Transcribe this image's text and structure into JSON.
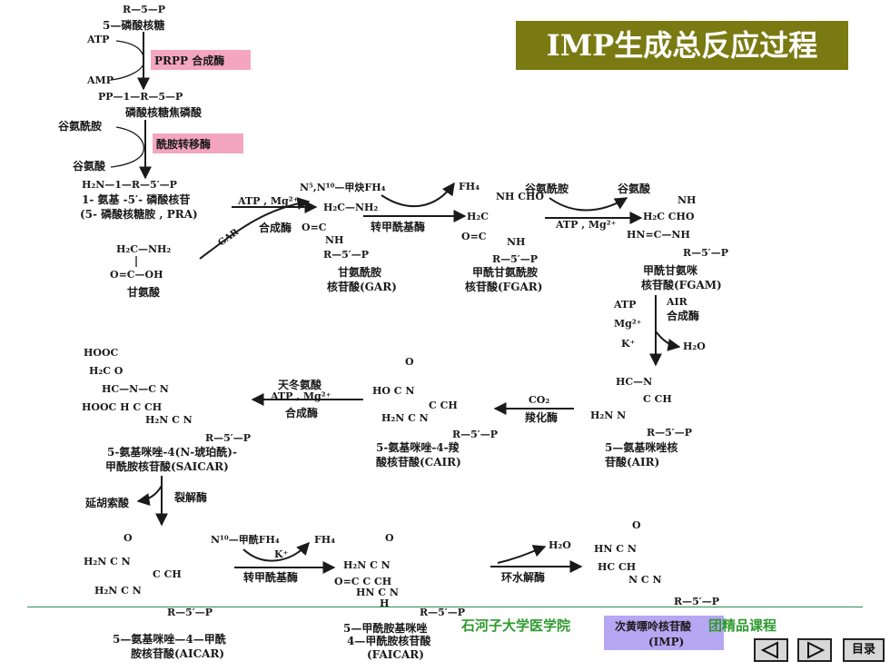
{
  "title": "IMP生成总反应过程",
  "footer": {
    "school": "石河子大学医学院",
    "course": "团精品课程"
  },
  "nav": {
    "menu_label": "目录"
  },
  "colors": {
    "title_bg": "#7a7a12",
    "enzyme_pink": "#f4a6c0",
    "imp_box": "#b7a6f2",
    "footer_green": "#2e9a2e"
  },
  "pathway": {
    "r5p": "R—5—P",
    "r5p_name": "5—磷酸核糖",
    "atp": "ATP",
    "amp": "AMP",
    "prpp_enzyme": "PRPP 合成酶",
    "prpp": "PP—1—R—5—P",
    "prpp_name": "磷酸核糖焦磷酸",
    "gln": "谷氨酰胺",
    "amidotransferase": "酰胺转移酶",
    "glu": "谷氨酸",
    "pra": "H₂N—1—R—5′—P",
    "pra_name1": "1- 氨基 -5′- 磷酸核苷",
    "pra_name2": "(5- 磷酸核糖胺 , PRA)",
    "gly_a": "H₂C—NH₂",
    "gly_b": "O=C—OH",
    "gly_name": "甘氨酸",
    "gar_label": "GAR",
    "gar_cond": "ATP , Mg²⁺",
    "gar_enzyme": "合成酶",
    "gar_a": "H₂C—NH₂",
    "gar_b": "O=C",
    "gar_c": "NH",
    "gar_d": "R—5′—P",
    "gar_name1": "甘氨酰胺",
    "gar_name2": "核苷酸(GAR)",
    "fthf": "N⁵,N¹⁰—甲炔FH₄",
    "fh4": "FH₄",
    "formyltrans": "转甲酰基酶",
    "fgar_a": "NH   CHO",
    "fgar_b": "H₂C",
    "fgar_c": "O=C",
    "fgar_d": "NH",
    "fgar_e": "R—5′—P",
    "fgar_name1": "甲酰甘氨酰胺",
    "fgar_name2": "核苷酸(FGAR)",
    "gln2": "谷氨酰胺",
    "glu2": "谷氨酸",
    "fgam_cond": "ATP , Mg²⁺",
    "fgam_a": "NH",
    "fgam_b": "H₂C      CHO",
    "fgam_c": "HN=C—NH",
    "fgam_d": "R—5′—P",
    "fgam_name1": "甲酰甘氨咪",
    "fgam_name2": "核苷酸(FGAM)",
    "air_atp": "ATP",
    "air_mg": "Mg²⁺",
    "air_k": "K⁺",
    "air_enzyme1": "AIR",
    "air_enzyme2": "合成酶",
    "h2o": "H₂O",
    "air_a": "HC—N",
    "air_b": "C   CH",
    "air_c": "H₂N   N",
    "air_d": "R—5′—P",
    "air_name1": "5—氨基咪唑核",
    "air_name2": "苷酸(AIR)",
    "co2": "CO₂",
    "carboxylase": "羧化酶",
    "cair_a": "O",
    "cair_b": "HO  C   N",
    "cair_c": "C   CH",
    "cair_d": "H₂N  C   N",
    "cair_e": "R—5′—P",
    "cair_name1": "5-氨基咪唑-4-羧",
    "cair_name2": "酸核苷酸(CAIR)",
    "asp": "天冬氨酸",
    "saicar_cond": "ATP , Mg²⁺",
    "saicar_enzyme": "合成酶",
    "saicar_a": "HOOC",
    "saicar_b": "H₂C    O",
    "saicar_c": "HC—N—C   N",
    "saicar_d": "HOOC  H   C   CH",
    "saicar_e": "H₂N  C   N",
    "saicar_f": "R—5′—P",
    "saicar_name1": "5-氨基咪唑-4(N-琥珀酰)-",
    "saicar_name2": "甲酰胺核苷酸(SAICAR)",
    "fumarate": "延胡索酸",
    "lyase": "裂解酶",
    "aicar_a": "O",
    "aicar_b": "H₂N  C   N",
    "aicar_c": "C   CH",
    "aicar_d": "H₂N  C   N",
    "aicar_e": "R—5′—P",
    "aicar_name1": "5—氨基咪唑—4—甲酰",
    "aicar_name2": "胺核苷酸(AICAR)",
    "n10": "N¹⁰—甲酰FH₄",
    "fh4_2": "FH₄",
    "k_ion": "K⁺",
    "formyltrans2": "转甲酰基酶",
    "faicar_a": "O",
    "faicar_b": "H₂N  C   N",
    "faicar_c": "O=C  C   CH",
    "faicar_d": "HN   C   N",
    "faicar_e": "H",
    "faicar_f": "R—5′—P",
    "faicar_name1": "5—甲酰胺基咪唑",
    "faicar_name2": "4—甲酰胺核苷酸",
    "faicar_name3": "(FAICAR)",
    "h2o_2": "H₂O",
    "cyclohydrolase": "环水解酶",
    "imp_a": "O",
    "imp_b": "HN  C   N",
    "imp_c": "HC   CH",
    "imp_d": "N   C   N",
    "imp_e": "R—5′—P",
    "imp_name1": "次黄嘌呤核苷酸",
    "imp_name2": "(IMP)"
  }
}
